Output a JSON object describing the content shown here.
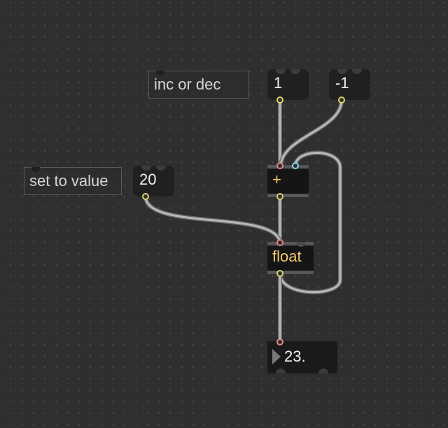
{
  "patcher": {
    "comments": {
      "inc_or_dec": "inc or dec",
      "set_to_value": "set to value"
    },
    "messages": {
      "one": "1",
      "minus_one": "-1",
      "twenty": "20"
    },
    "objects": {
      "plus": "+",
      "float": "float"
    },
    "number_box": {
      "value": "23."
    }
  },
  "colors": {
    "background": "#2f2f30",
    "object_text": "#f5c86b",
    "outlet_port": "#d8d26a",
    "hot_inlet_port": "#e2877f",
    "cold_inlet_port": "#8fd0e6"
  }
}
